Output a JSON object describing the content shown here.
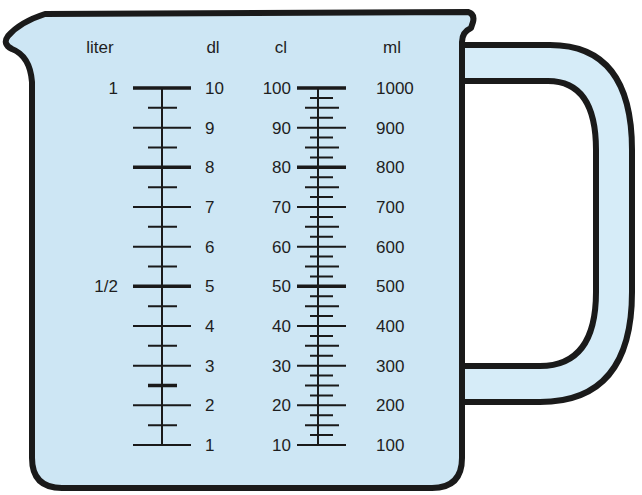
{
  "diagram": {
    "labels": [
      "liter",
      "dl",
      "cl",
      "ml",
      "1",
      "10",
      "100",
      "1000",
      "9",
      "90",
      "900",
      "8",
      "80",
      "800",
      "7",
      "70",
      "700",
      "6",
      "60",
      "600",
      "1/2",
      "5",
      "50",
      "500",
      "4",
      "40",
      "400",
      "3",
      "30",
      "300",
      "2",
      "20",
      "200",
      "1",
      "10",
      "100"
    ]
  }
}
